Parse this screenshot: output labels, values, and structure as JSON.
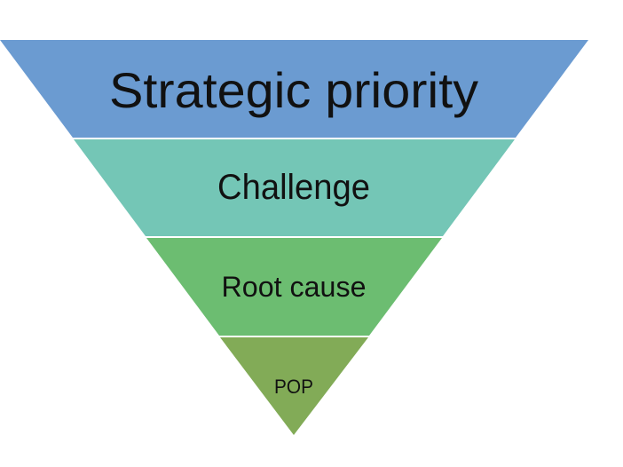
{
  "diagram": {
    "type": "inverted-pyramid",
    "levels": [
      {
        "label": "Strategic priority",
        "color": "#6b9bd1"
      },
      {
        "label": "Challenge",
        "color": "#74c6b6"
      },
      {
        "label": "Root cause",
        "color": "#6cbd71"
      },
      {
        "label": "POP",
        "color": "#82ab57"
      }
    ]
  }
}
